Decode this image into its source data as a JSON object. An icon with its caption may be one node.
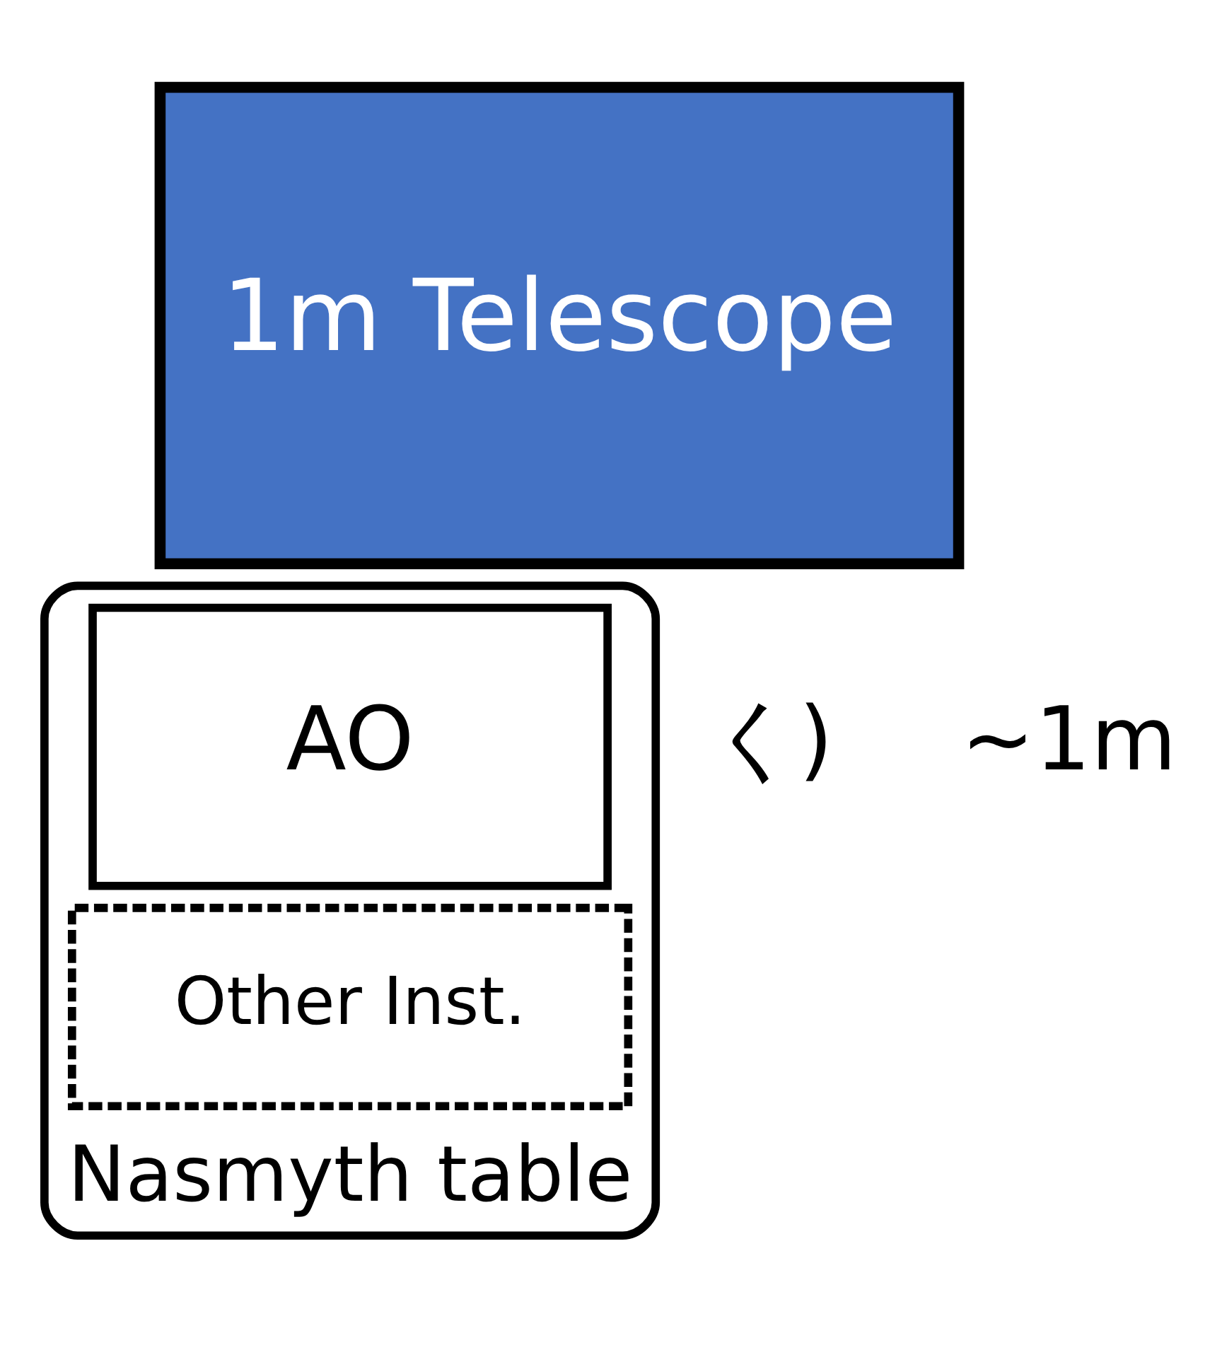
{
  "diagram": {
    "nodes": [
      {
        "text": [
          "1m Telescope"
        ]
      },
      {
        "text": [
          "Nasmyth table"
        ]
      },
      {
        "text": [
          "AO"
        ],
        "in": 1
      },
      {
        "text": [
          "Other Inst."
        ],
        "in": 1
      }
    ],
    "edges": [],
    "labels": [
      "く)",
      "~1m"
    ]
  }
}
